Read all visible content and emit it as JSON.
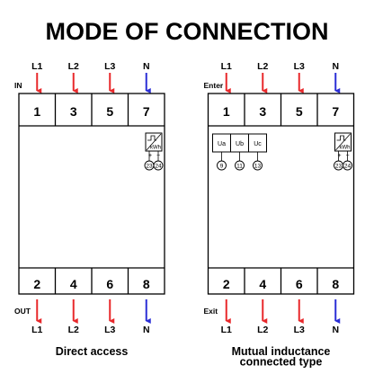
{
  "title": "MODE OF CONNECTION",
  "colors": {
    "phase": "#e8282b",
    "neutral": "#2a2ed6",
    "line": "#000000"
  },
  "left": {
    "in_label": "IN",
    "out_label": "OUT",
    "caption": [
      "Direct access"
    ],
    "top_lines": [
      "L1",
      "L2",
      "L3",
      "N"
    ],
    "top_terminals": [
      "1",
      "3",
      "5",
      "7"
    ],
    "bottom_terminals": [
      "2",
      "4",
      "6",
      "8"
    ],
    "bottom_lines": [
      "L1",
      "L2",
      "L3",
      "N"
    ],
    "meter": {
      "unit": "kWh",
      "plus": "+",
      "minus": "−",
      "pins": [
        "23",
        "24"
      ]
    }
  },
  "right": {
    "in_label": "Enter",
    "out_label": "Exit",
    "caption": [
      "Mutual inductance",
      "connected type"
    ],
    "top_lines": [
      "L1",
      "L2",
      "L3",
      "N"
    ],
    "top_terminals": [
      "1",
      "3",
      "5",
      "7"
    ],
    "bottom_terminals": [
      "2",
      "4",
      "6",
      "8"
    ],
    "bottom_lines": [
      "L1",
      "L2",
      "L3",
      "N"
    ],
    "voltage_inputs": [
      {
        "label": "Ua",
        "pin": "9"
      },
      {
        "label": "Ub",
        "pin": "11"
      },
      {
        "label": "Uc",
        "pin": "13"
      }
    ],
    "meter": {
      "unit": "kWh",
      "plus": "+",
      "minus": "−",
      "pins": [
        "23",
        "24"
      ]
    }
  }
}
